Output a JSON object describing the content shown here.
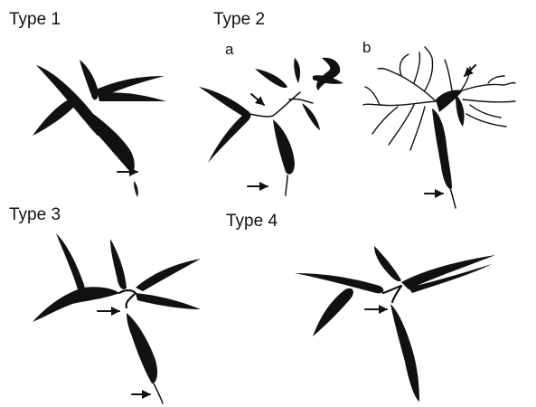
{
  "labels": {
    "type1": "Type 1",
    "type2": "Type 2",
    "type2a": "a",
    "type2b": "b",
    "type3": "Type 3",
    "type4": "Type 4"
  },
  "colors": {
    "ink": "#111111",
    "background": "#ffffff"
  }
}
